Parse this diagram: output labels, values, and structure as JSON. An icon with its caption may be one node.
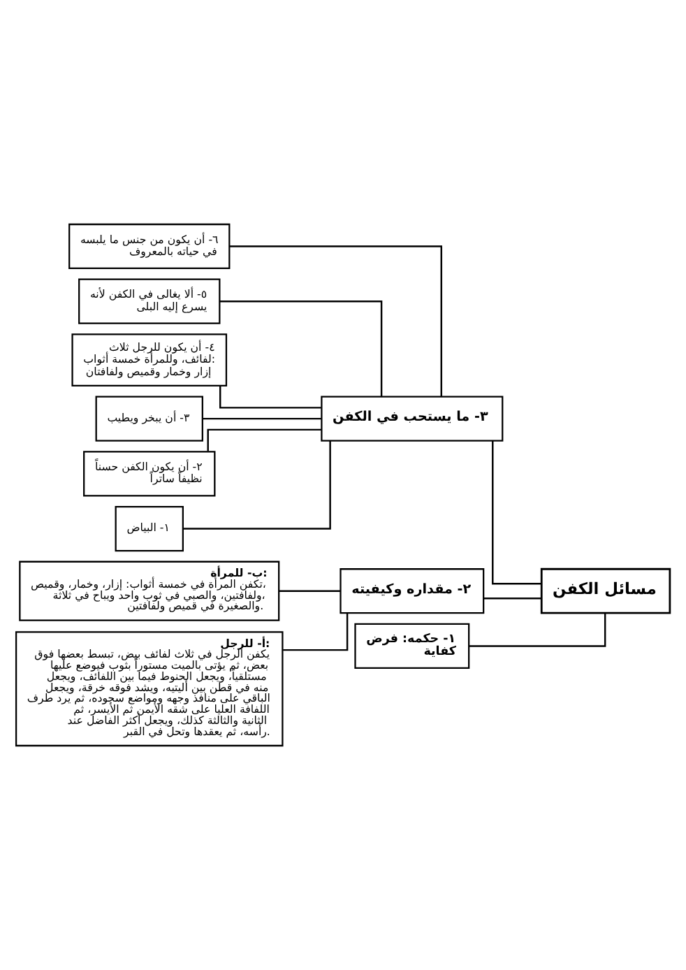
{
  "diagram": {
    "nodes": [
      {
        "text": [
          "مسائل الكفن"
        ]
      },
      {
        "text": [
          "١- حكمه: فرض كفاية"
        ]
      },
      {
        "text": [
          "٢- مقداره وكيفيته"
        ]
      },
      {
        "text": [
          "أ- للرجل:",
          "يكفن الرجل في ثلاث لفائف بيض، تبسط بعضها فوق بعض، ثم يؤتى بالميت مستوراً بثوب فيوضع عليها مستلقياً، ويجعل الحنوط فيما بين اللفائف، ويجعل منه في قطن بين أليتيه، ويشد فوقه خرقة، ويجعل الباقي على منافذ وجهه ومواضع سجوده، ثم يرد طرف اللفافة العليا على شقه الأيمن ثم الأيسر، ثم الثانية والثالثة كذلك، ويجعل أكثر الفاضل عند رأسه، ثم يعقدها وتحل في القبر."
        ]
      },
      {
        "text": [
          "ب- للمرأة:",
          "تكفن المرأة في خمسة أثواب: إزار، وخمار، وقميص، ولفافتين، والصبي في ثوب واحد ويباح في ثلاثة، والصغيرة في قميص ولفافتين."
        ]
      },
      {
        "text": [
          "٣- ما يستحب في الكفن"
        ]
      },
      {
        "text": [
          "١- البياض"
        ]
      },
      {
        "text": [
          "٢- أن يكون الكفن حسناً نظيفاً ساتراً"
        ]
      },
      {
        "text": [
          "٣- أن يبخر ويطيب"
        ]
      },
      {
        "text": [
          "٤- أن يكون للرجل ثلاث لفائف، وللمرأة خمسة أثواب: إزار وخمار وقميص ولفافتان"
        ]
      },
      {
        "text": [
          "٥- ألا يغالى في الكفن لأنه يسرع إليه البلى"
        ]
      },
      {
        "text": [
          "٦- أن يكون من جنس ما يلبسه في حياته بالمعروف"
        ]
      }
    ],
    "edges": [
      {
        "from": 0,
        "to": 1,
        "arrow": "none"
      },
      {
        "from": 0,
        "to": 2,
        "arrow": "none"
      },
      {
        "from": 0,
        "to": 5,
        "arrow": "none"
      },
      {
        "from": 2,
        "to": 3,
        "arrow": "none"
      },
      {
        "from": 2,
        "to": 4,
        "arrow": "none"
      },
      {
        "from": 5,
        "to": 6,
        "arrow": "none"
      },
      {
        "from": 5,
        "to": 7,
        "arrow": "none"
      },
      {
        "from": 5,
        "to": 8,
        "arrow": "none"
      },
      {
        "from": 5,
        "to": 9,
        "arrow": "none"
      },
      {
        "from": 5,
        "to": 10,
        "arrow": "none"
      },
      {
        "from": 5,
        "to": 11,
        "arrow": "none"
      }
    ]
  }
}
